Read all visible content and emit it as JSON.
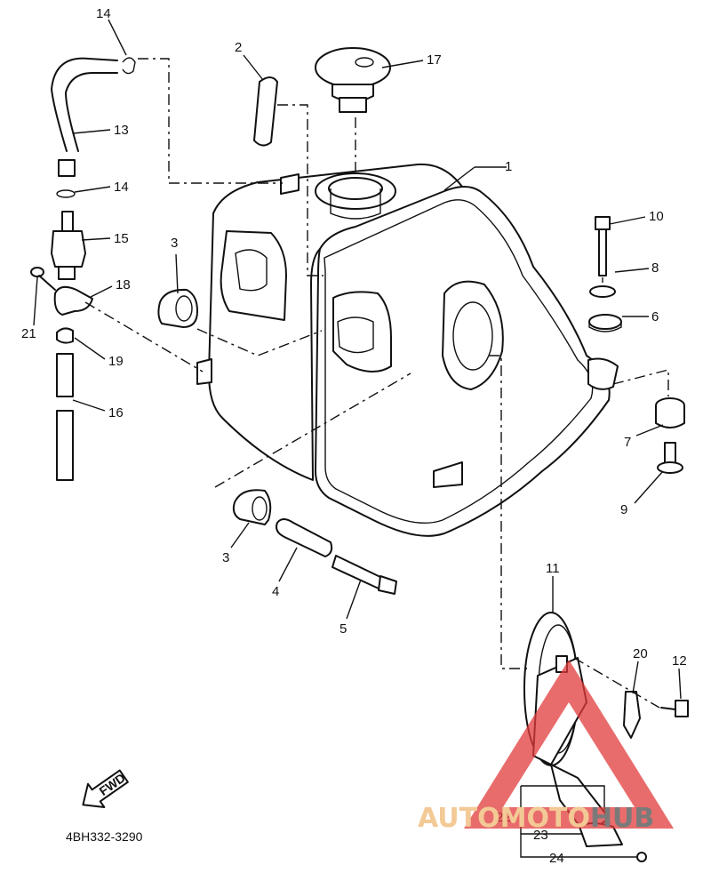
{
  "diagram": {
    "part_code": "4BH332-3290",
    "arrow_label": "FWD",
    "callouts": {
      "c1": "1",
      "c2": "2",
      "c3a": "3",
      "c3b": "3",
      "c4": "4",
      "c5": "5",
      "c6": "6",
      "c7": "7",
      "c8": "8",
      "c9": "9",
      "c10": "10",
      "c11": "11",
      "c12": "12",
      "c13": "13",
      "c14a": "14",
      "c14b": "14",
      "c15": "15",
      "c16": "16",
      "c17": "17",
      "c18": "18",
      "c19": "19",
      "c20": "20",
      "c21": "21",
      "c22": "22",
      "c23": "23",
      "c24": "24"
    }
  },
  "watermark": {
    "brand_auto": "AUTO",
    "brand_moto": "MOTO",
    "brand_hub": "HUB",
    "color_auto": "#f3c995",
    "color_moto": "#f3c995",
    "color_hub": "#7a7a7a",
    "triangle_color": "#e23b3b"
  }
}
